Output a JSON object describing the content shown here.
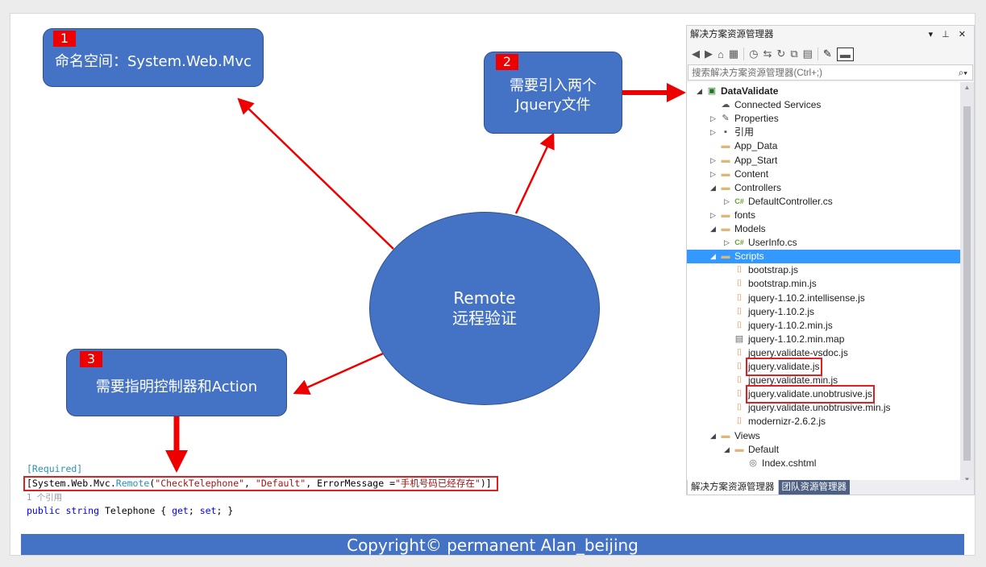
{
  "node1": {
    "num": "1",
    "text": "命名空间：System.Web.Mvc"
  },
  "node2": {
    "num": "2",
    "line1": "需要引入两个",
    "line2": "Jquery文件"
  },
  "node3": {
    "num": "3",
    "text": "需要指明控制器和Action"
  },
  "center": {
    "line1": "Remote",
    "line2": "远程验证"
  },
  "code": {
    "attr1": "[Required]",
    "l2_open": "[System.Web.Mvc.",
    "l2_remote": "Remote",
    "l2_paren": "(",
    "l2_s1": "\"CheckTelephone\"",
    "l2_c1": ", ",
    "l2_s2": "\"Default\"",
    "l2_c2": ", ErrorMessage =",
    "l2_s3": "\"手机号码已经存在\"",
    "l2_close": ")]",
    "ref": "1 个引用",
    "kw_public": "public",
    "kw_string": "string",
    "prop": "Telephone { ",
    "kw_get": "get",
    "semi1": "; ",
    "kw_set": "set",
    "semi2": "; }"
  },
  "footer": "Copyright© permanent  Alan_beijing",
  "explorer": {
    "title": "解决方案资源管理器",
    "title_buttons": "▾ ⊥ ✕",
    "search_placeholder": "搜索解决方案资源管理器(Ctrl+;)",
    "tab_active": "解决方案资源管理器",
    "tab_inactive": "团队资源管理器",
    "items": [
      {
        "label": "DataValidate",
        "level": 0,
        "twisty": "◢",
        "icon": "project-icon"
      },
      {
        "label": "Connected Services",
        "level": 1,
        "twisty": "",
        "icon": "cloud-icon"
      },
      {
        "label": "Properties",
        "level": 1,
        "twisty": "▷",
        "icon": "wrench-icon"
      },
      {
        "label": "引用",
        "level": 1,
        "twisty": "▷",
        "icon": "reference-icon"
      },
      {
        "label": "App_Data",
        "level": 1,
        "twisty": "",
        "icon": "folder-icon"
      },
      {
        "label": "App_Start",
        "level": 1,
        "twisty": "▷",
        "icon": "folder-icon"
      },
      {
        "label": "Content",
        "level": 1,
        "twisty": "▷",
        "icon": "folder-icon"
      },
      {
        "label": "Controllers",
        "level": 1,
        "twisty": "◢",
        "icon": "folder-icon"
      },
      {
        "label": "DefaultController.cs",
        "level": 2,
        "twisty": "▷",
        "icon": "csharp-icon"
      },
      {
        "label": "fonts",
        "level": 1,
        "twisty": "▷",
        "icon": "folder-icon"
      },
      {
        "label": "Models",
        "level": 1,
        "twisty": "◢",
        "icon": "folder-icon"
      },
      {
        "label": "UserInfo.cs",
        "level": 2,
        "twisty": "▷",
        "icon": "csharp-icon"
      },
      {
        "label": "Scripts",
        "level": 1,
        "twisty": "◢",
        "icon": "folder-icon",
        "selected": true
      },
      {
        "label": "bootstrap.js",
        "level": 2,
        "twisty": "",
        "icon": "js-icon"
      },
      {
        "label": "bootstrap.min.js",
        "level": 2,
        "twisty": "",
        "icon": "js-icon"
      },
      {
        "label": "jquery-1.10.2.intellisense.js",
        "level": 2,
        "twisty": "",
        "icon": "js-icon"
      },
      {
        "label": "jquery-1.10.2.js",
        "level": 2,
        "twisty": "",
        "icon": "js-icon"
      },
      {
        "label": "jquery-1.10.2.min.js",
        "level": 2,
        "twisty": "",
        "icon": "js-icon"
      },
      {
        "label": "jquery-1.10.2.min.map",
        "level": 2,
        "twisty": "",
        "icon": "file-icon"
      },
      {
        "label": "jquery.validate-vsdoc.js",
        "level": 2,
        "twisty": "",
        "icon": "js-icon"
      },
      {
        "label": "jquery.validate.js",
        "level": 2,
        "twisty": "",
        "icon": "js-icon",
        "boxed": true
      },
      {
        "label": "jquery.validate.min.js",
        "level": 2,
        "twisty": "",
        "icon": "js-icon"
      },
      {
        "label": "jquery.validate.unobtrusive.js",
        "level": 2,
        "twisty": "",
        "icon": "js-icon",
        "boxed": true
      },
      {
        "label": "jquery.validate.unobtrusive.min.js",
        "level": 2,
        "twisty": "",
        "icon": "js-icon"
      },
      {
        "label": "modernizr-2.6.2.js",
        "level": 2,
        "twisty": "",
        "icon": "js-icon"
      },
      {
        "label": "Views",
        "level": 1,
        "twisty": "◢",
        "icon": "folder-icon"
      },
      {
        "label": "Default",
        "level": 2,
        "twisty": "◢",
        "icon": "folder-icon"
      },
      {
        "label": "Index.cshtml",
        "level": 3,
        "twisty": "",
        "icon": "razor-icon"
      }
    ]
  }
}
